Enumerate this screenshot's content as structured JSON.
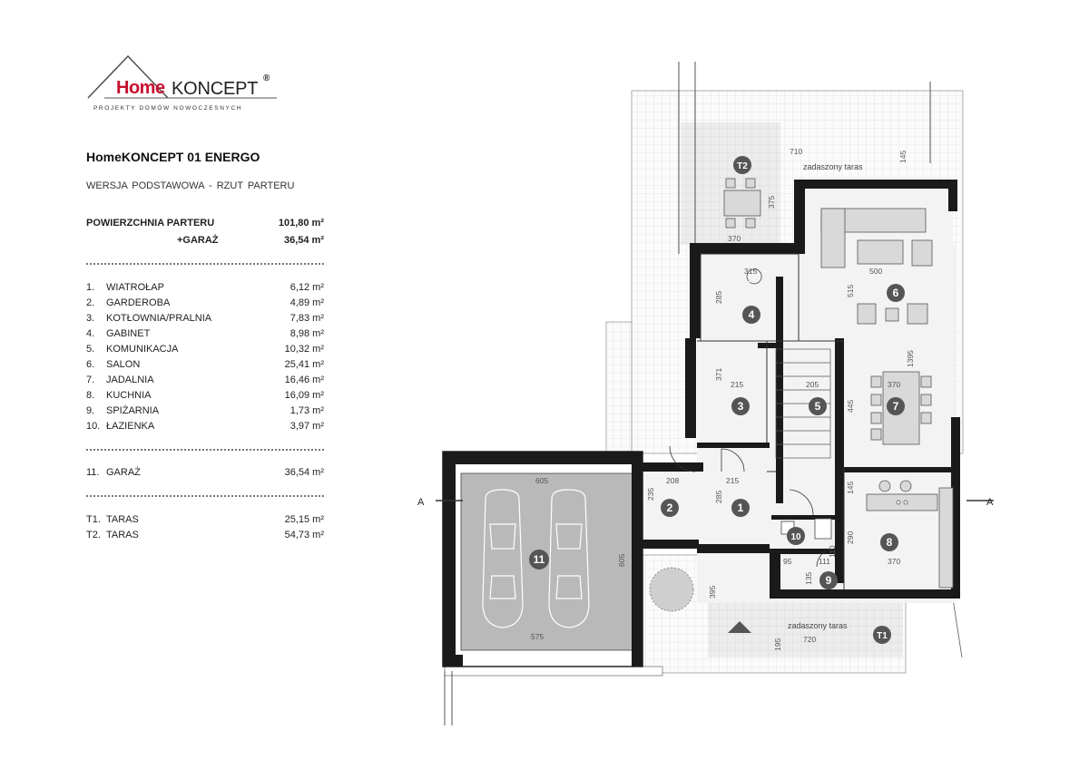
{
  "logo": {
    "home": "Home",
    "koncept": "KONCEPT",
    "reg": "®",
    "tagline": "PROJEKTY DOMÓW NOWOCZESNYCH"
  },
  "title": "HomeKONCEPT 01 ENERGO",
  "subtitle": "WERSJA  PODSTAWOWA  -  RZUT PARTERU",
  "summary": {
    "floor_label": "POWIERZCHNIA PARTERU",
    "floor_area": "101,80 m²",
    "garage_label": "+GARAŻ",
    "garage_area": "36,54 m²"
  },
  "rooms": [
    {
      "num": "1.",
      "name": "WIATROŁAP",
      "area": "6,12 m²"
    },
    {
      "num": "2.",
      "name": "GARDEROBA",
      "area": "4,89 m²"
    },
    {
      "num": "3.",
      "name": "KOTŁOWNIA/PRALNIA",
      "area": "7,83 m²"
    },
    {
      "num": "4.",
      "name": "GABINET",
      "area": "8,98 m²"
    },
    {
      "num": "5.",
      "name": "KOMUNIKACJA",
      "area": "10,32 m²"
    },
    {
      "num": "6.",
      "name": "SALON",
      "area": "25,41 m²"
    },
    {
      "num": "7.",
      "name": "JADALNIA",
      "area": "16,46 m²"
    },
    {
      "num": "8.",
      "name": "KUCHNIA",
      "area": "16,09 m²"
    },
    {
      "num": "9.",
      "name": "SPIŻARNIA",
      "area": "1,73 m²"
    },
    {
      "num": "10.",
      "name": "ŁAZIENKA",
      "area": "3,97 m²"
    }
  ],
  "garage": {
    "num": "11.",
    "name": "GARAŻ",
    "area": "36,54 m²"
  },
  "terraces": [
    {
      "num": "T1.",
      "name": "TARAS",
      "area": "25,15 m²"
    },
    {
      "num": "T2.",
      "name": "TARAS",
      "area": "54,73 m²"
    }
  ],
  "plan": {
    "section_mark": "A",
    "covered_terrace": "zadaszony taras",
    "room_markers": [
      "1",
      "2",
      "3",
      "4",
      "5",
      "6",
      "7",
      "8",
      "9",
      "10",
      "11",
      "T1",
      "T2"
    ],
    "dimensions": [
      "710",
      "145",
      "375",
      "370",
      "315",
      "285",
      "500",
      "515",
      "1395",
      "371",
      "215",
      "205",
      "445",
      "370",
      "208",
      "235",
      "215",
      "285",
      "145",
      "110",
      "290",
      "370",
      "95",
      "111",
      "135",
      "605",
      "605",
      "575",
      "395",
      "195",
      "720"
    ]
  }
}
